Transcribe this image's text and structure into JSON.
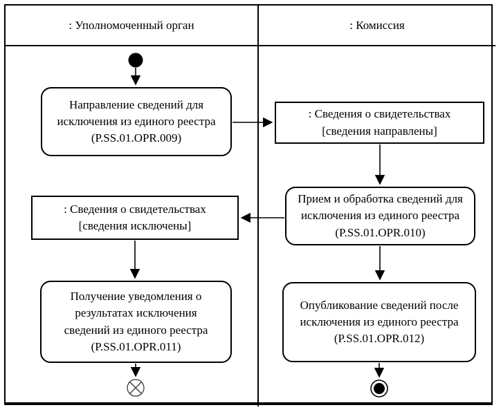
{
  "diagram": {
    "type": "uml-activity-swimlane",
    "colors": {
      "ink": "#000000",
      "paper": "#ffffff"
    },
    "lanes": [
      {
        "title": ": Уполномоченный орган"
      },
      {
        "title": ": Комиссия"
      }
    ],
    "nodes": {
      "opr009": {
        "kind": "activity",
        "lane": ": Уполномоченный орган",
        "lines": [
          "Направление сведений для",
          "исключения из единого реестра",
          "(P.SS.01.OPR.009)"
        ]
      },
      "svid_sent": {
        "kind": "object",
        "lane": ": Комиссия",
        "lines": [
          ": Сведения о свидетельствах",
          "[сведения направлены]"
        ]
      },
      "opr010": {
        "kind": "activity",
        "lane": ": Комиссия",
        "lines": [
          "Прием и обработка сведений для",
          "исключения из единого реестра",
          "(P.SS.01.OPR.010)"
        ]
      },
      "svid_excluded": {
        "kind": "object",
        "lane": ": Уполномоченный орган",
        "lines": [
          ": Сведения о свидетельствах",
          "[сведения исключены]"
        ]
      },
      "opr011": {
        "kind": "activity",
        "lane": ": Уполномоченный орган",
        "lines": [
          "Получение уведомления о",
          "результатах исключения",
          "сведений из единого реестра",
          "(P.SS.01.OPR.011)"
        ]
      },
      "opr012": {
        "kind": "activity",
        "lane": ": Комиссия",
        "lines": [
          "Опубликование сведений после",
          "исключения из единого реестра",
          "(P.SS.01.OPR.012)"
        ]
      }
    },
    "icons": {
      "start": "initial-node-icon",
      "flow_final": "flow-final-icon",
      "activity_final": "activity-final-icon"
    },
    "flows": [
      "start -> opr009",
      "opr009 -> svid_sent",
      "svid_sent -> opr010",
      "opr010 -> svid_excluded",
      "svid_excluded -> opr011",
      "opr011 -> flow_final",
      "opr010 -> opr012",
      "opr012 -> activity_final"
    ]
  }
}
